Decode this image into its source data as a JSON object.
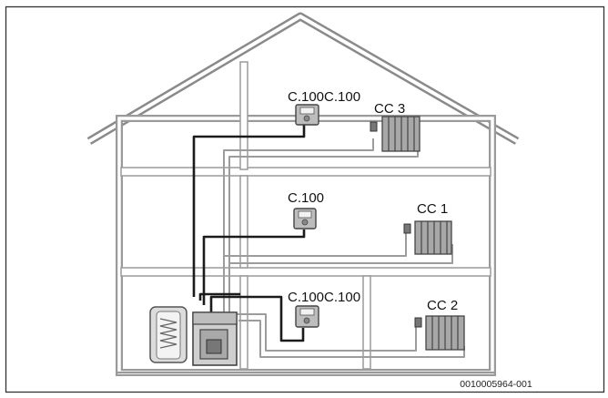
{
  "labels": {
    "controller_top": "C.100C.100",
    "controller_mid": "C.100",
    "controller_bottom": "C.100C.100",
    "cc3": "CC 3",
    "cc1": "CC 1",
    "cc2": "CC 2"
  },
  "reference": "0010005964-001"
}
